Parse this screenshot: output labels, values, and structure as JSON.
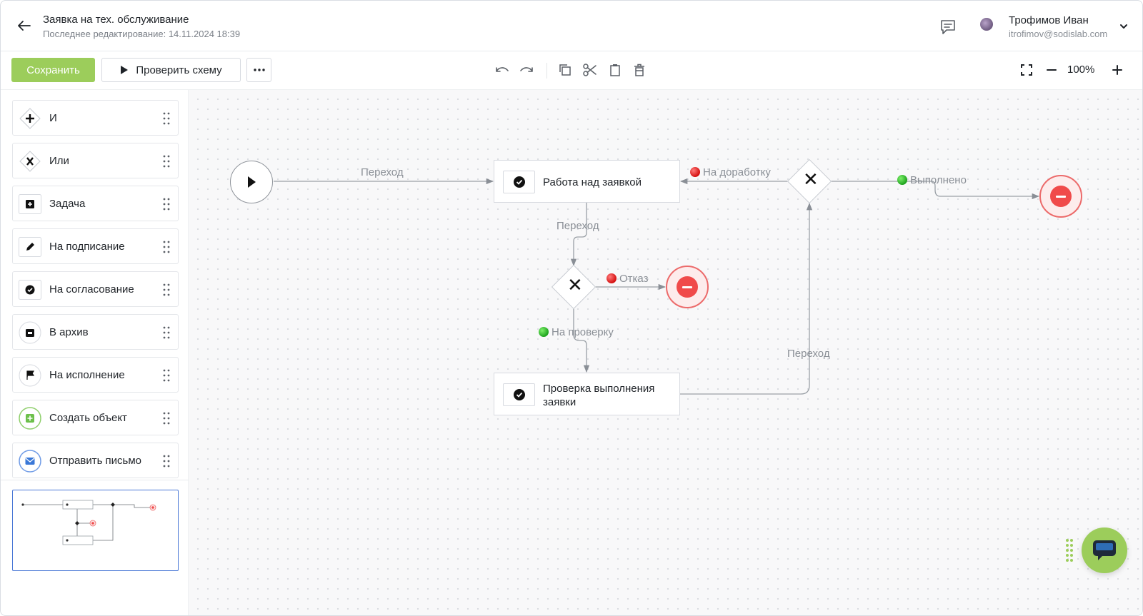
{
  "header": {
    "title": "Заявка на тех. обслуживание",
    "subtitle": "Последнее редактирование: 14.11.2024 18:39",
    "user_name": "Трофимов Иван",
    "user_email": "itrofimov@sodislab.com"
  },
  "toolbar": {
    "save_label": "Сохранить",
    "check_label": "Проверить схему",
    "zoom": "100%"
  },
  "palette": {
    "items": [
      {
        "label": "И",
        "icon": "plus-diamond-icon"
      },
      {
        "label": "Или",
        "icon": "x-diamond-icon"
      },
      {
        "label": "Задача",
        "icon": "task-square-icon"
      },
      {
        "label": "На подписание",
        "icon": "pencil-icon"
      },
      {
        "label": "На согласование",
        "icon": "check-circle-icon"
      },
      {
        "label": "В архив",
        "icon": "archive-icon"
      },
      {
        "label": "На исполнение",
        "icon": "flag-icon"
      },
      {
        "label": "Создать объект",
        "icon": "create-object-icon"
      },
      {
        "label": "Отправить письмо",
        "icon": "mail-icon"
      }
    ]
  },
  "canvas": {
    "nodes": {
      "work": "Работа над заявкой",
      "check_line1": "Проверка выполнения",
      "check_line2": "заявки"
    },
    "edges": {
      "start_to_work": "Переход",
      "work_to_gateway": "Переход",
      "rework": "На доработку",
      "done": "Выполнено",
      "reject": "Отказ",
      "to_check": "На проверку",
      "check_to_gateway": "Переход"
    }
  },
  "colors": {
    "accent_green": "#9ccd5b",
    "end_red": "#f04a4a",
    "minimap_border": "#4a78d6"
  }
}
